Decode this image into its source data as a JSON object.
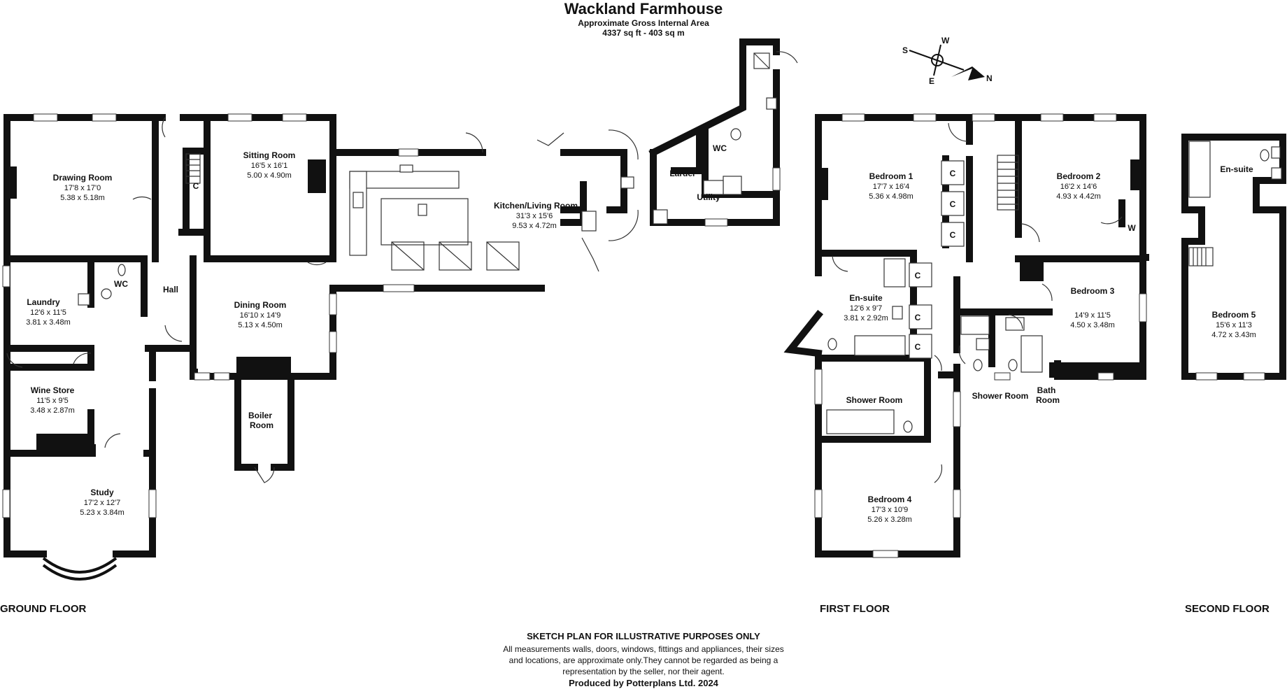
{
  "header": {
    "title": "Wackland Farmhouse",
    "subtitle": "Approximate Gross Internal Area",
    "area": "4337 sq ft - 403 sq m"
  },
  "compass": {
    "s": "S",
    "w": "W",
    "e": "E",
    "n": "N"
  },
  "floors": {
    "ground": "GROUND FLOOR",
    "first": "FIRST FLOOR",
    "second": "SECOND FLOOR"
  },
  "rooms": {
    "drawing": {
      "name": "Drawing Room",
      "imperial": "17'8 x 17'0",
      "metric": "5.38 x 5.18m"
    },
    "sitting": {
      "name": "Sitting Room",
      "imperial": "16'5 x 16'1",
      "metric": "5.00 x 4.90m"
    },
    "laundry": {
      "name": "Laundry",
      "imperial": "12'6 x 11'5",
      "metric": "3.81 x 3.48m"
    },
    "wc_ground": {
      "name": "WC"
    },
    "hall": {
      "name": "Hall"
    },
    "dining": {
      "name": "Dining Room",
      "imperial": "16'10 x 14'9",
      "metric": "5.13 x 4.50m"
    },
    "wine": {
      "name": "Wine Store",
      "imperial": "11'5 x 9'5",
      "metric": "3.48 x 2.87m"
    },
    "boiler": {
      "name1": "Boiler",
      "name2": "Room"
    },
    "study": {
      "name": "Study",
      "imperial": "17'2 x 12'7",
      "metric": "5.23 x 3.84m"
    },
    "kitchen": {
      "name": "Kitchen/Living Room",
      "imperial": "31'3 x 15'6",
      "metric": "9.53 x 4.72m"
    },
    "larder": {
      "name": "Larder"
    },
    "utility": {
      "name": "Utility"
    },
    "wc_utility": {
      "name": "WC"
    },
    "cupboard": {
      "label": "C"
    },
    "bed1": {
      "name": "Bedroom 1",
      "imperial": "17'7 x 16'4",
      "metric": "5.36 x 4.98m"
    },
    "bed2": {
      "name": "Bedroom 2",
      "imperial": "16'2 x 14'6",
      "metric": "4.93 x 4.42m"
    },
    "wardrobe": {
      "label": "W"
    },
    "ensuite1": {
      "name": "En-suite",
      "imperial": "12'6 x 9'7",
      "metric": "3.81 x 2.92m"
    },
    "bed3": {
      "name": "Bedroom 3",
      "imperial": "14'9 x 11'5",
      "metric": "4.50 x 3.48m"
    },
    "shower_main": {
      "name": "Shower Room"
    },
    "shower_small": {
      "name": "Shower Room"
    },
    "bath": {
      "name1": "Bath",
      "name2": "Room"
    },
    "bed4": {
      "name": "Bedroom 4",
      "imperial": "17'3 x 10'9",
      "metric": "5.26 x 3.28m"
    },
    "ensuite2": {
      "name": "En-suite"
    },
    "bed5": {
      "name": "Bedroom 5",
      "imperial": "15'6 x 11'3",
      "metric": "4.72 x 3.43m"
    }
  },
  "footer": {
    "title": "SKETCH PLAN FOR ILLUSTRATIVE PURPOSES ONLY",
    "line1": "All measurements walls, doors, windows, fittings and appliances, their sizes",
    "line2": "and locations, are approximate only.They cannot be regarded as being a",
    "line3": "representation by the seller, nor their agent.",
    "produced": "Produced by Potterplans Ltd. 2024"
  },
  "colors": {
    "wall": "#111111",
    "background": "#ffffff"
  }
}
